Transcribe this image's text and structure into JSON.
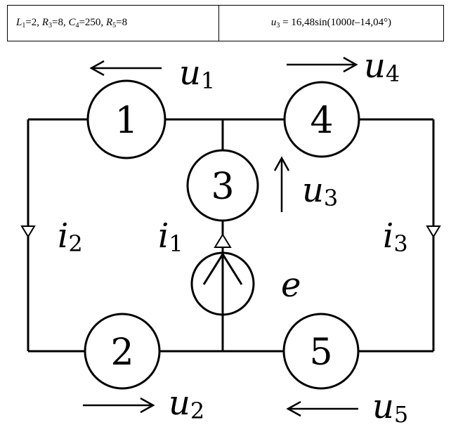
{
  "params": {
    "L1_symbol": "L",
    "L1_sub": "1",
    "L1_value": "=2, ",
    "R3_symbol": "R",
    "R3_sub": "3",
    "R3_value": "=8, ",
    "C4_symbol": "C",
    "C4_sub": "4",
    "C4_value": "=250, ",
    "R5_symbol": "R",
    "R5_sub": "5",
    "R5_value": "=8"
  },
  "source_voltage": {
    "symbol": "u",
    "sub": "3",
    "equals": " = 16,48sin(1000",
    "t": "t",
    "rest": "–14,04°)"
  },
  "circuit": {
    "elements": [
      "1",
      "2",
      "3",
      "4",
      "5"
    ],
    "voltages": {
      "u1": {
        "base": "u",
        "sub": "1"
      },
      "u2": {
        "base": "u",
        "sub": "2"
      },
      "u3": {
        "base": "u",
        "sub": "3"
      },
      "u4": {
        "base": "u",
        "sub": "4"
      },
      "u5": {
        "base": "u",
        "sub": "5"
      }
    },
    "currents": {
      "i1": {
        "base": "i",
        "sub": "1"
      },
      "i2": {
        "base": "i",
        "sub": "2"
      },
      "i3": {
        "base": "i",
        "sub": "3"
      }
    },
    "emf": "e"
  }
}
